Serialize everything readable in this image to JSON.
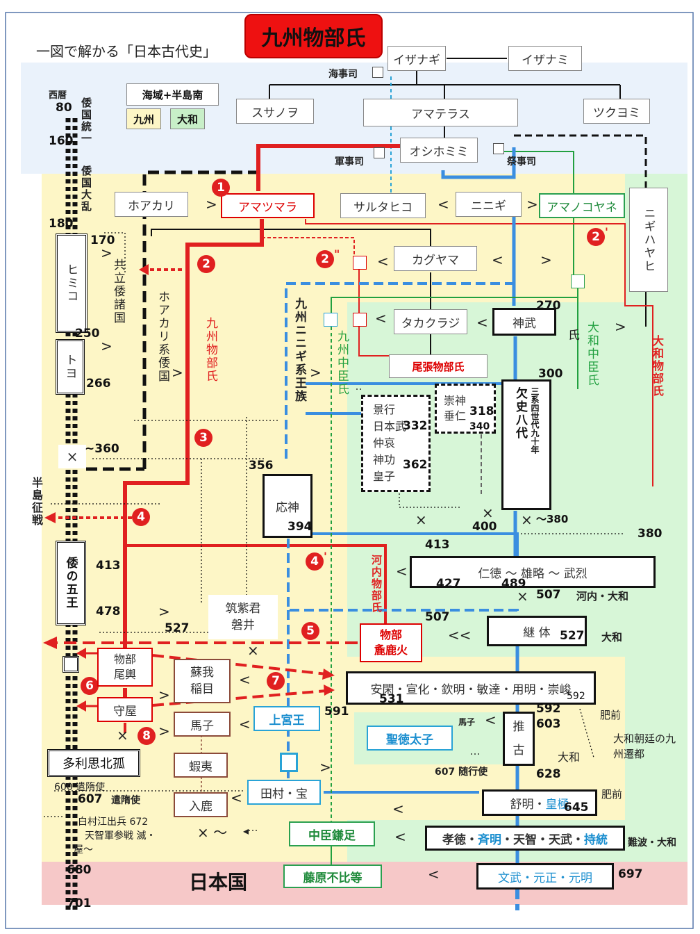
{
  "header": {
    "title_prefix": "一図で解かる「日本古代史」",
    "title_badge": "九州物部氏"
  },
  "legend": {
    "sea": "海域+半島南",
    "kyushu": "九州",
    "yamato": "大和"
  },
  "colors": {
    "kyushu_bg": "#fdf6c6",
    "yamato_bg": "#d7f6d7",
    "nihon_bg": "#f6c8c8",
    "red": "#e02020",
    "blue": "#3a8ee0",
    "green": "#22a040"
  },
  "timeline": {
    "label": "西暦",
    "years": [
      "80",
      "160",
      "180",
      "250",
      "266",
      "413",
      "478",
      "607",
      "680",
      "701"
    ],
    "events_top": "倭国統一",
    "events_2": "倭国大乱",
    "himiko": "ヒミコ",
    "toyo": "トヨ",
    "wa5": "倭の五王",
    "tarishihoko": "多利思北孤",
    "hanto": "半島征戦",
    "y170": "170",
    "y360": "~360",
    "y527": "527",
    "kentaishi1": "600 遣隋使",
    "kentaishi2": "遣隋使",
    "hakusonko": "白村江出兵 672",
    "tenchi": "天智軍参戦 滅・",
    "ya": "屋〜",
    "nihonkoku": "日本国"
  },
  "gods": {
    "izanagi": "イザナギ",
    "izanami": "イザナミ",
    "susanoo": "スサノヲ",
    "amaterasu": "アマテラス",
    "tsukuyomi": "ツクヨミ",
    "oshihomimi": "オシホミミ",
    "kaijishi": "海事司",
    "gunjishi": "軍事司",
    "saijishi": "祭事司",
    "hoakari": "ホアカリ",
    "amatsumara": "アマツマラ",
    "sarutahiko": "サルタヒコ",
    "ninigi": "ニニギ",
    "amanokoyane": "アマノコヤネ",
    "nigihayahi": "ニギハヤヒ",
    "kaguyama": "カグヤマ",
    "takakuraji": "タカクラジ",
    "jimmu": "神武",
    "owari": "尾張物部氏",
    "kesshi": "欠史八代",
    "kesshi_sub": "三系四世代九十年",
    "kyouritsu": "共立倭諸国",
    "hoakari_wa": "ホアカリ系倭国",
    "kyushu_mononobe": "九州物部氏",
    "kyushu_ninigi": "九州ニニギ系王族",
    "kyushu_nakatomi": "九州中臣氏",
    "yamato_nakatomi": "大和中臣氏",
    "yamato_mononobe": "大和物部氏",
    "keiko": "景行",
    "yamatotakeru": "日本武",
    "chuai": "仲哀",
    "jingu": "神功",
    "koshi": "皇子",
    "sujin": "崇神",
    "suinin": "垂仁",
    "ojin": "応神",
    "nintoku": "仁徳 〜 雄略 〜 武烈",
    "kawachi_mononobe": "河内物部氏",
    "tsukushi": "筑紫君",
    "iwai": "磐井",
    "arakabi": "物部",
    "arakabi2": "麁鹿火",
    "keitai": "継 体",
    "okoshi1": "物部",
    "okoshi2": "尾輿",
    "moriya": "守屋",
    "soga1": "蘇我",
    "soga2": "稲目",
    "umako": "馬子",
    "emishi": "蝦夷",
    "iruka": "入鹿",
    "ankan": "安閑・宣化・欽明・敏達・用明・崇峻",
    "kamitsumiya": "上宮王",
    "shotoku": "聖徳太子",
    "suiko1": "推",
    "suiko2": "古",
    "tamura": "田村・宝",
    "jomei_a": "舒明・",
    "jomei_b": "皇極",
    "kotoku_a": "孝徳・",
    "kotoku_b": "斉明",
    "kotoku_c": "・天智・天武・",
    "kotoku_d": "持統",
    "kamatari": "中臣鎌足",
    "fuhito": "藤原不比等",
    "mommu_a": "文武・元正・元明"
  },
  "numbers": {
    "n270": "270",
    "n300": "300",
    "n318": "318",
    "n340": "340",
    "n332": "332",
    "n362": "362",
    "n356": "356",
    "n394": "394",
    "n400": "400",
    "n380a": "〜380",
    "n380b": "380",
    "n413": "413",
    "n427": "427",
    "n489": "489",
    "n507a": "507",
    "n507b": "507",
    "n527": "527",
    "n531": "531",
    "n591": "591",
    "n592a": "592",
    "n592b": "592",
    "n603": "603",
    "n628": "628",
    "n645": "645",
    "n697": "697",
    "n607": "607 随行使",
    "umako_s": "馬子",
    "kawachi_yamato": "河内・大和",
    "yamato1": "大和",
    "yamato2": "大和",
    "hizen1": "肥前",
    "hizen2": "肥前",
    "naniwa": "難波・大和",
    "sento": "大和朝廷の九州遷都"
  },
  "markers": {
    "m1": "1",
    "m2": "2",
    "m2p": "2",
    "m2pp": "2",
    "m3": "3",
    "m4": "4",
    "m4p": "4",
    "m5": "5",
    "m6": "6",
    "m7": "7",
    "m8": "8",
    "prime": "'",
    "dprime": "\""
  }
}
